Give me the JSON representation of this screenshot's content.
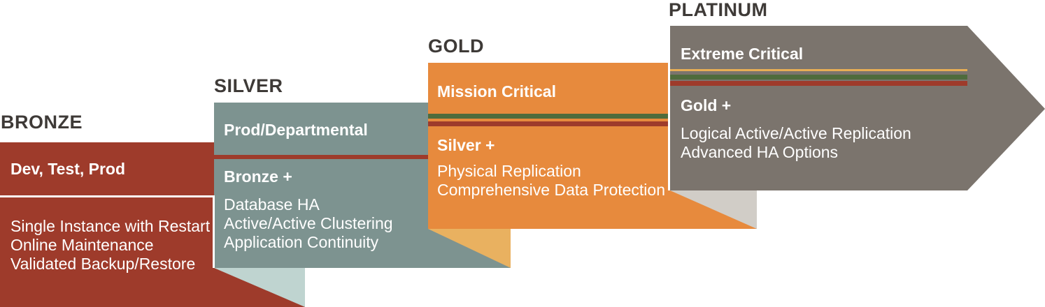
{
  "colors": {
    "background": "#ffffff",
    "bronze": "#9e3b2b",
    "silver": "#7d9390",
    "silver_fold": "#bfd4d0",
    "gold": "#e78a3d",
    "gold_fold": "#e9b160",
    "platinum": "#7b746d",
    "platinum_fold": "#d1cdc7",
    "stripe_green": "#4f6b3c",
    "stripe_red": "#9e3b2b",
    "stripe_gold": "#e8ae55",
    "separator_white": "#ffffff",
    "title_text": "#3e3a37",
    "panel_text": "#ffffff"
  },
  "tiers": [
    {
      "name": "BRONZE",
      "workload": "Dev, Test, Prod",
      "features": [
        "Single Instance with Restart",
        "Online Maintenance",
        "Validated Backup/Restore"
      ]
    },
    {
      "name": "SILVER",
      "workload": "Prod/Departmental",
      "base": "Bronze +",
      "features": [
        "Database HA",
        "Active/Active Clustering",
        "Application Continuity"
      ]
    },
    {
      "name": "GOLD",
      "workload": "Mission Critical",
      "base": "Silver +",
      "features": [
        "Physical Replication",
        "Comprehensive Data Protection"
      ]
    },
    {
      "name": "PLATINUM",
      "workload": "Extreme Critical",
      "base": "Gold +",
      "features": [
        "Logical Active/Active Replication",
        "Advanced HA Options"
      ]
    }
  ]
}
